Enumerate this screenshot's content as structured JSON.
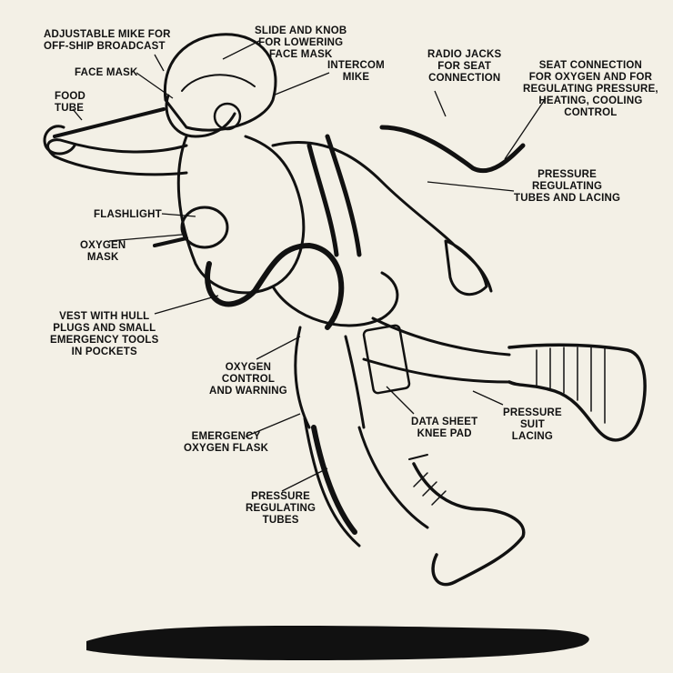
{
  "labels": {
    "adjustable_mike": [
      "ADJUSTABLE MIKE FOR",
      "OFF-SHIP BROADCAST"
    ],
    "slide_knob": [
      "SLIDE AND KNOB",
      "FOR LOWERING",
      "FACE MASK"
    ],
    "face_mask": [
      "FACE MASK"
    ],
    "intercom_mike": [
      "INTERCOM",
      "MIKE"
    ],
    "radio_jacks": [
      "RADIO JACKS",
      "FOR SEAT",
      "CONNECTION"
    ],
    "seat_connection": [
      "SEAT CONNECTION",
      "FOR OXYGEN AND FOR",
      "REGULATING PRESSURE,",
      "HEATING, COOLING",
      "CONTROL"
    ],
    "food_tube": [
      "FOOD",
      "TUBE"
    ],
    "pressure_regulating_tubes_lacing": [
      "PRESSURE",
      "REGULATING",
      "TUBES AND LACING"
    ],
    "flashlight": [
      "FLASHLIGHT"
    ],
    "oxygen_mask": [
      "OXYGEN",
      "MASK"
    ],
    "vest": [
      "VEST WITH HULL",
      "PLUGS AND SMALL",
      "EMERGENCY TOOLS",
      "IN POCKETS"
    ],
    "oxygen_control": [
      "OXYGEN",
      "CONTROL",
      "AND WARNING"
    ],
    "data_sheet": [
      "DATA SHEET",
      "KNEE PAD"
    ],
    "pressure_suit_lacing": [
      "PRESSURE",
      "SUIT",
      "LACING"
    ],
    "emergency_flask": [
      "EMERGENCY",
      "OXYGEN FLASK"
    ],
    "pressure_regulating_tubes": [
      "PRESSURE",
      "REGULATING",
      "TUBES"
    ]
  },
  "colors": {
    "ink": "#111111",
    "paper": "#f3f0e6"
  }
}
